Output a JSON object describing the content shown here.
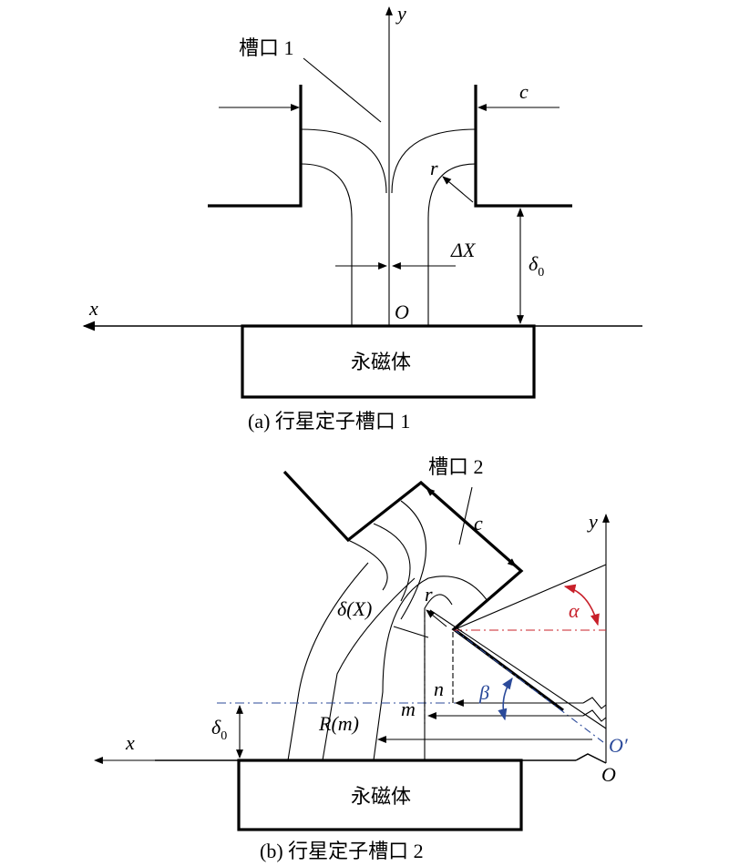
{
  "panel_a": {
    "slot_label": "槽口 1",
    "y_axis": "y",
    "x_axis": "x",
    "origin": "O",
    "c": "c",
    "r": "r",
    "delta_x": "ΔX",
    "delta0": "δ",
    "delta0_sub": "0",
    "magnet": "永磁体",
    "caption": "(a) 行星定子槽口 1"
  },
  "panel_b": {
    "slot_label": "槽口 2",
    "y_axis": "y",
    "x_axis": "x",
    "origin": "O",
    "origin_prime": "O′",
    "c": "c",
    "r": "r",
    "delta_func": "δ(X)",
    "alpha": "α",
    "beta": "β",
    "n": "n",
    "m": "m",
    "R_m": "R(m)",
    "delta0": "δ",
    "delta0_sub": "0",
    "magnet": "永磁体",
    "caption": "(b) 行星定子槽口 2"
  },
  "colors": {
    "alpha": "#c8202a",
    "beta": "#2b4a9a",
    "line": "#000000"
  }
}
